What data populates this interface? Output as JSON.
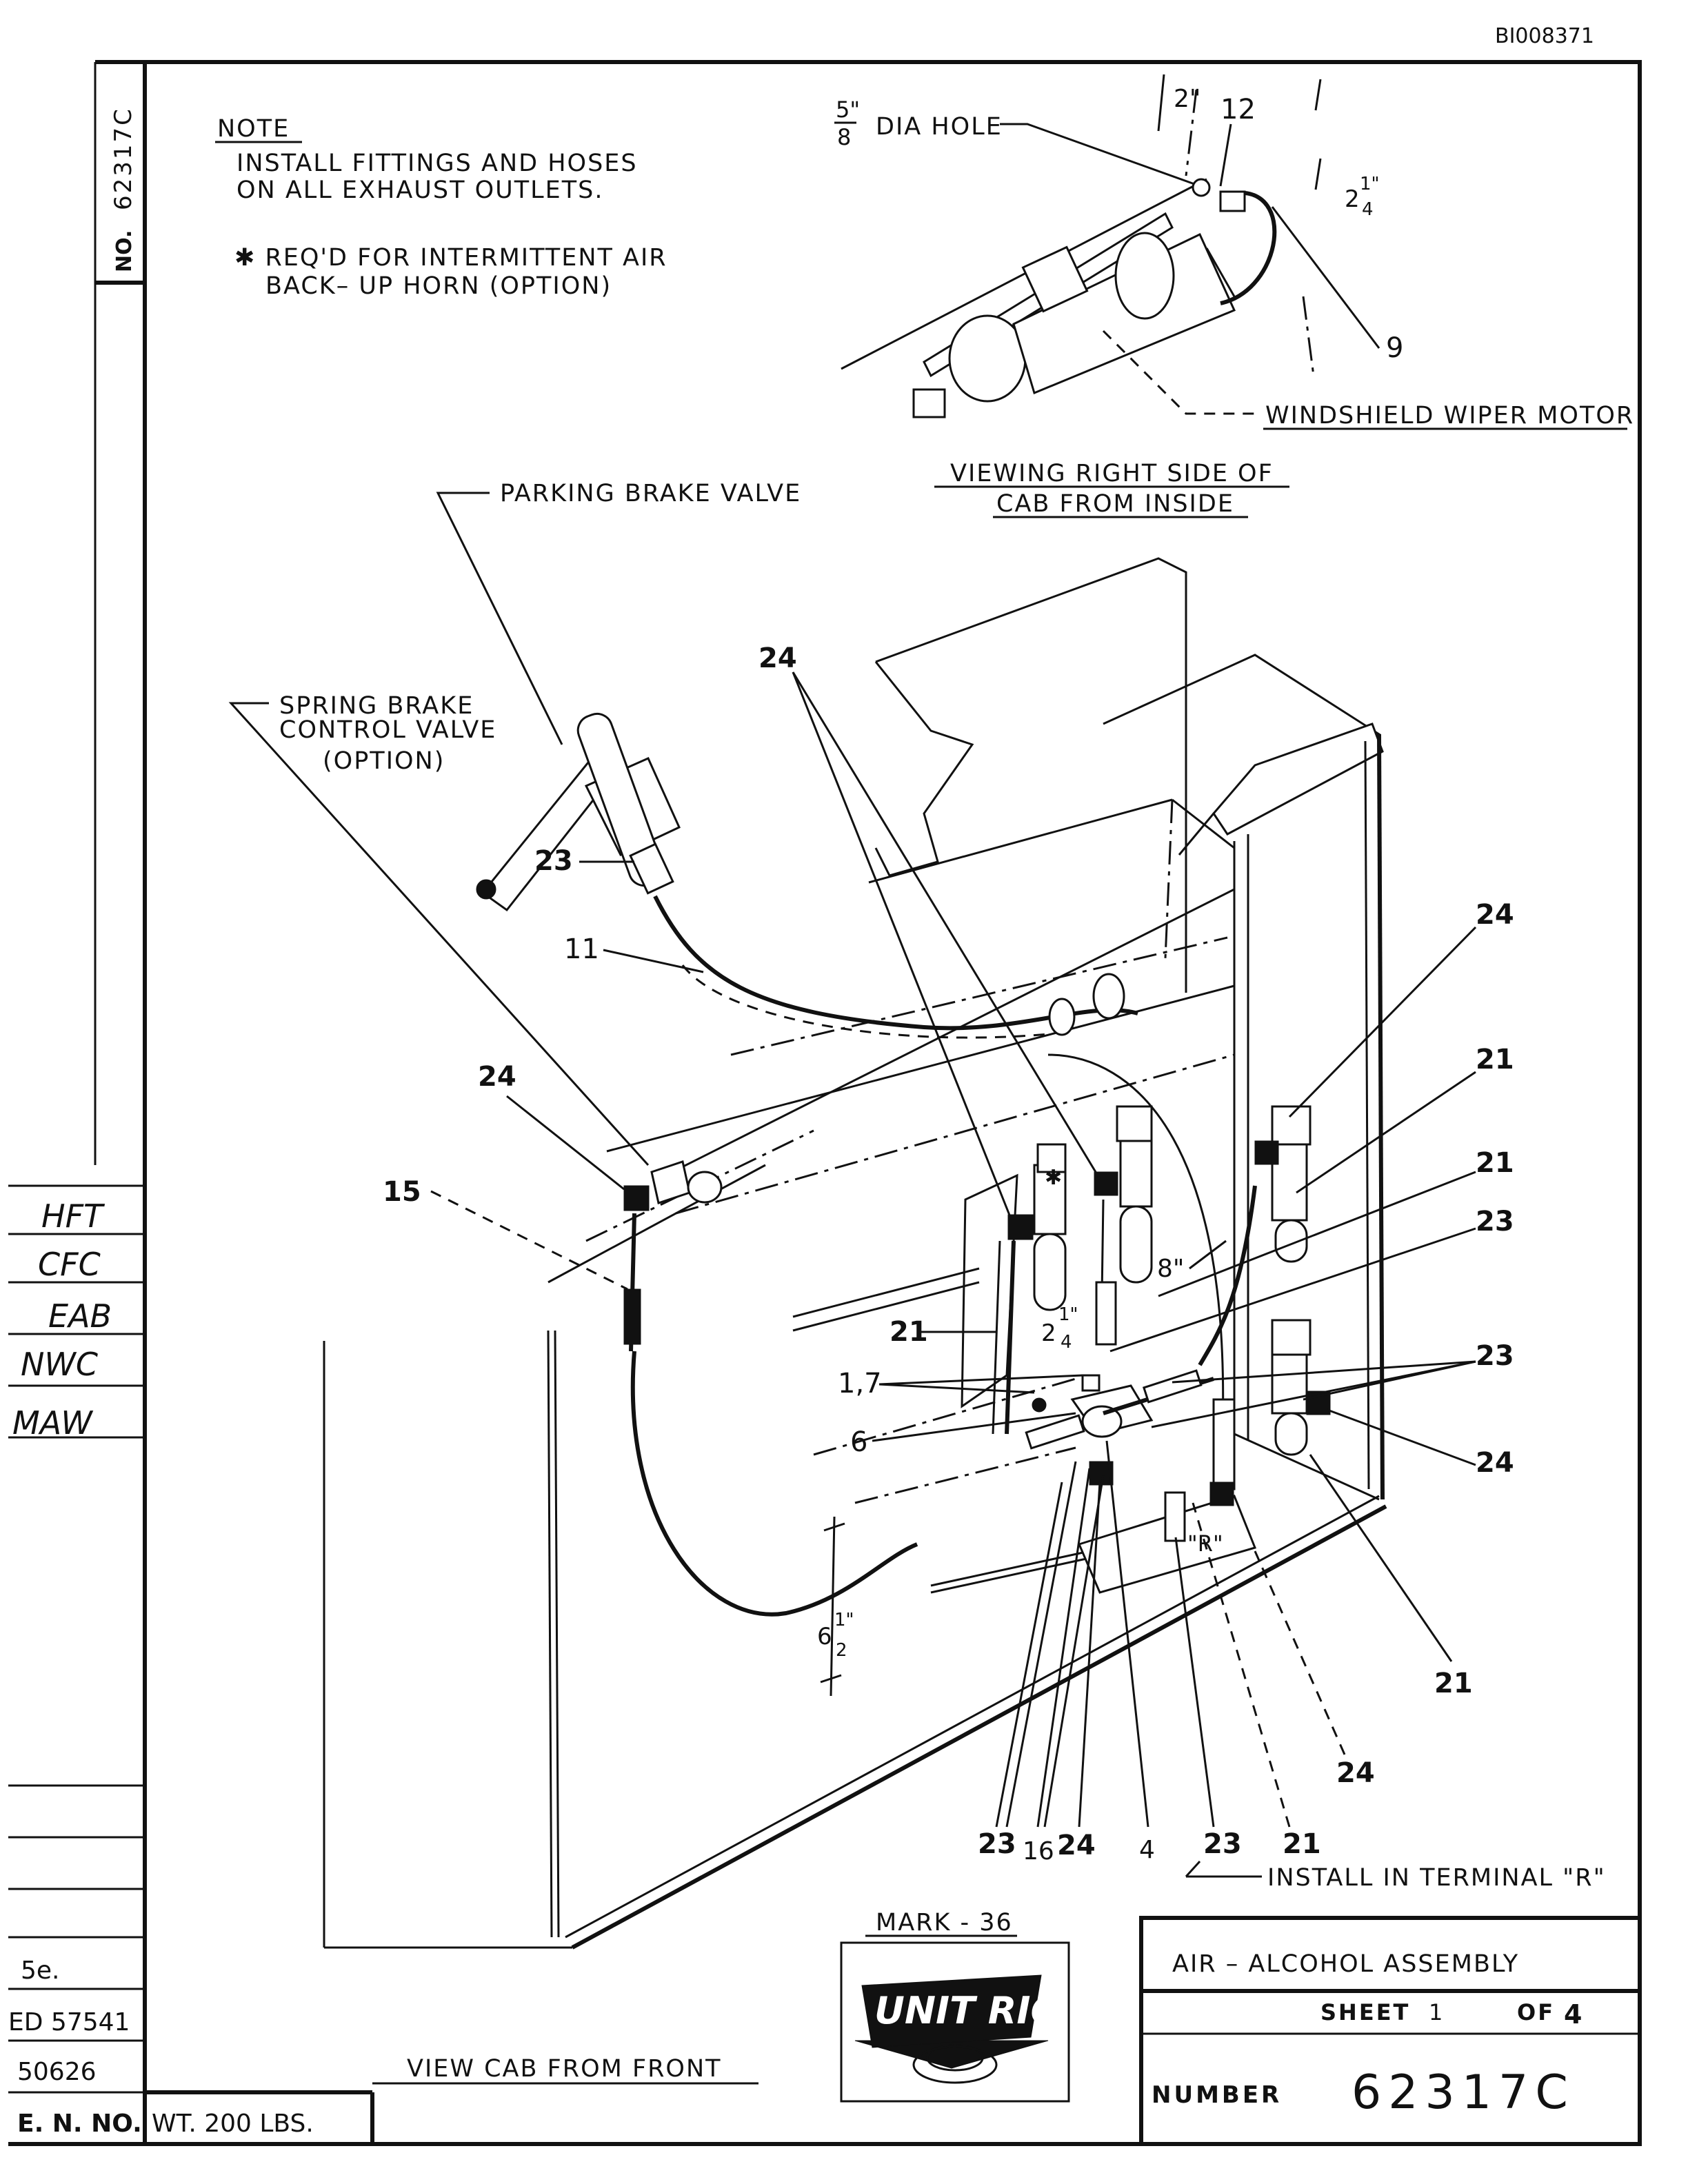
{
  "header": {
    "doc_id": "BI008371"
  },
  "side_tab": {
    "no_label": "NO.",
    "number": "62317C"
  },
  "note": {
    "title": "NOTE",
    "line1": "INSTALL  FITTINGS  AND HOSES",
    "line2": "ON  ALL  EXHAUST  OUTLETS.",
    "star_line1": "✱ REQ'D  FOR  INTERMITTENT  AIR",
    "star_line2": "BACK– UP  HORN  (OPTION)"
  },
  "labels": {
    "dia_hole_num": "5\"",
    "dia_hole_den": "8",
    "dia_hole": "DIA  HOLE",
    "dim_2": "2\"",
    "dim_2q_whole": "2",
    "dim_2q_frac": "1\"",
    "dim_2q_den": "4",
    "wiper_motor": "WINDSHIELD  WIPER  MOTOR",
    "viewing_1": "VIEWING  RIGHT  SIDE  OF",
    "viewing_2": "CAB  FROM  INSIDE",
    "parking_brake": "PARKING  BRAKE  VALVE",
    "spring_brake_1": "SPRING  BRAKE",
    "spring_brake_2": "CONTROL  VALVE",
    "spring_brake_3": "(OPTION)",
    "dim_8": "8\"",
    "dim_2q2_whole": "2",
    "dim_2q2_frac": "1\"",
    "dim_2q2_den": "4",
    "dim_6h_whole": "6",
    "dim_6h_frac": "1\"",
    "dim_6h_den": "2",
    "terminal_r": "\"R\"",
    "install_terminal": "INSTALL  IN  TERMINAL  \"R\"",
    "view_front": "VIEW  CAB  FROM  FRONT"
  },
  "callouts": {
    "c12": "12",
    "c9": "9",
    "c24a": "24",
    "c23a": "23",
    "c11": "11",
    "c24b": "24",
    "c15": "15",
    "c24c": "24",
    "c21a": "21",
    "c21b": "21",
    "c23b": "23",
    "c23c": "23",
    "c24d": "24",
    "c21c": "21",
    "c17": "1,7",
    "c6": "6",
    "c21d": "21",
    "c24e": "24",
    "b23a": "23",
    "b16": "16",
    "b24": "24",
    "b4": "4",
    "b23b": "23",
    "b21": "21"
  },
  "signoffs": {
    "s1": "HFT",
    "s2": "CFC",
    "s3": "EAB",
    "s4": "NWC",
    "s5": "MAW"
  },
  "revisions": {
    "r1": "5e.",
    "r2": "ED 57541",
    "r3": "50626",
    "eno": "E. N. NO.",
    "weight": "WT.  200  LBS."
  },
  "title_block": {
    "mark": "MARK - 36",
    "logo": "UNIT RIG",
    "title": "AIR  –  ALCOHOL  ASSEMBLY",
    "sheet_label": "SHEET",
    "sheet_value": "1",
    "of_label": "OF",
    "of_value": "4",
    "number_label": "NUMBER",
    "number_value": "62317C"
  }
}
